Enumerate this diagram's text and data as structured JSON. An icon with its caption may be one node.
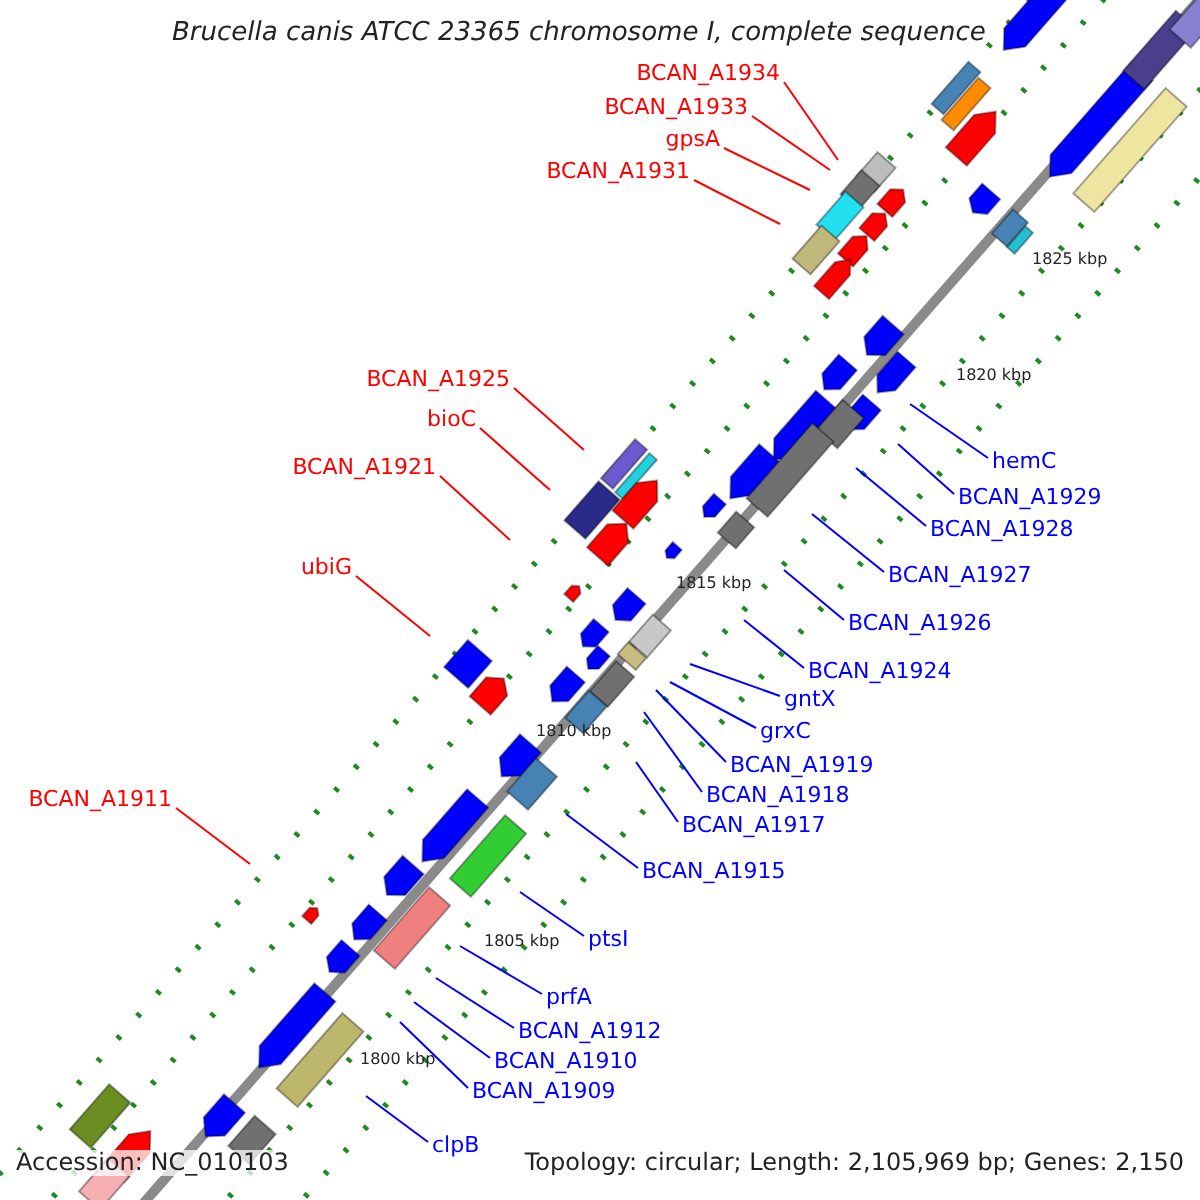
{
  "diagram": {
    "title": "Brucella canis ATCC 23365 chromosome I, complete sequence",
    "nodes": [
      {
        "text": [
          "BCAN_A1934"
        ]
      },
      {
        "text": [
          "BCAN_A1933"
        ]
      },
      {
        "text": [
          "gpsA"
        ]
      },
      {
        "text": [
          "BCAN_A1931"
        ]
      },
      {
        "text": [
          "hemC"
        ]
      },
      {
        "text": [
          "BCAN_A1929"
        ]
      },
      {
        "text": [
          "BCAN_A1928"
        ]
      },
      {
        "text": [
          "BCAN_A1925"
        ]
      },
      {
        "text": [
          "bioC"
        ]
      },
      {
        "text": [
          "BCAN_A1921"
        ]
      },
      {
        "text": [
          "BCAN_A1927"
        ]
      },
      {
        "text": [
          "ubiG"
        ]
      },
      {
        "text": [
          "BCAN_A1926"
        ]
      },
      {
        "text": [
          "BCAN_A1924"
        ]
      },
      {
        "text": [
          "gntX"
        ]
      },
      {
        "text": [
          "grxC"
        ]
      },
      {
        "text": [
          "BCAN_A1919"
        ]
      },
      {
        "text": [
          "BCAN_A1918"
        ]
      },
      {
        "text": [
          "BCAN_A1917"
        ]
      },
      {
        "text": [
          "BCAN_A1911"
        ]
      },
      {
        "text": [
          "BCAN_A1915"
        ]
      },
      {
        "text": [
          "ptsI"
        ]
      },
      {
        "text": [
          "prfA"
        ]
      },
      {
        "text": [
          "BCAN_A1912"
        ]
      },
      {
        "text": [
          "BCAN_A1910"
        ]
      },
      {
        "text": [
          "BCAN_A1909"
        ]
      },
      {
        "text": [
          "clpB"
        ]
      }
    ],
    "edges": [
      {
        "from": 0,
        "to": null,
        "arrow": "none",
        "color": "#ff0000"
      },
      {
        "from": 1,
        "to": null,
        "arrow": "none",
        "color": "#ff0000"
      },
      {
        "from": 2,
        "to": null,
        "arrow": "none",
        "color": "#ff0000"
      },
      {
        "from": 3,
        "to": null,
        "arrow": "none",
        "color": "#ff0000"
      },
      {
        "from": 4,
        "to": null,
        "arrow": "none"
      },
      {
        "from": 5,
        "to": null,
        "arrow": "none"
      },
      {
        "from": 6,
        "to": null,
        "arrow": "none"
      },
      {
        "from": 7,
        "to": null,
        "arrow": "none",
        "color": "#ff0000"
      },
      {
        "from": 8,
        "to": null,
        "arrow": "none",
        "color": "#ff0000"
      },
      {
        "from": 9,
        "to": null,
        "arrow": "none",
        "color": "#ff0000"
      },
      {
        "from": 10,
        "to": null,
        "arrow": "none"
      },
      {
        "from": 11,
        "to": null,
        "arrow": "none",
        "color": "#ff0000"
      },
      {
        "from": 12,
        "to": null,
        "arrow": "none"
      },
      {
        "from": 13,
        "to": null,
        "arrow": "none"
      },
      {
        "from": 14,
        "to": null,
        "arrow": "none"
      },
      {
        "from": 15,
        "to": null,
        "arrow": "none"
      },
      {
        "from": 16,
        "to": null,
        "arrow": "none"
      },
      {
        "from": 17,
        "to": null,
        "arrow": "none"
      },
      {
        "from": 18,
        "to": null,
        "arrow": "none"
      },
      {
        "from": 19,
        "to": null,
        "arrow": "none",
        "color": "#ff0000"
      },
      {
        "from": 20,
        "to": null,
        "arrow": "none"
      },
      {
        "from": 21,
        "to": null,
        "arrow": "none"
      },
      {
        "from": 22,
        "to": null,
        "arrow": "none"
      },
      {
        "from": 23,
        "to": null,
        "arrow": "none"
      },
      {
        "from": 24,
        "to": null,
        "arrow": "none"
      },
      {
        "from": 25,
        "to": null,
        "arrow": "none"
      },
      {
        "from": 26,
        "to": null,
        "arrow": "none"
      }
    ],
    "labels": [
      "1825 kbp",
      "1820 kbp",
      "1815 kbp",
      "1810 kbp",
      "1805 kbp",
      "1800 kbp",
      "Accession: NC_010103",
      "Topology: circular; Length: 2,105,969 bp; Genes: 2,150"
    ]
  }
}
